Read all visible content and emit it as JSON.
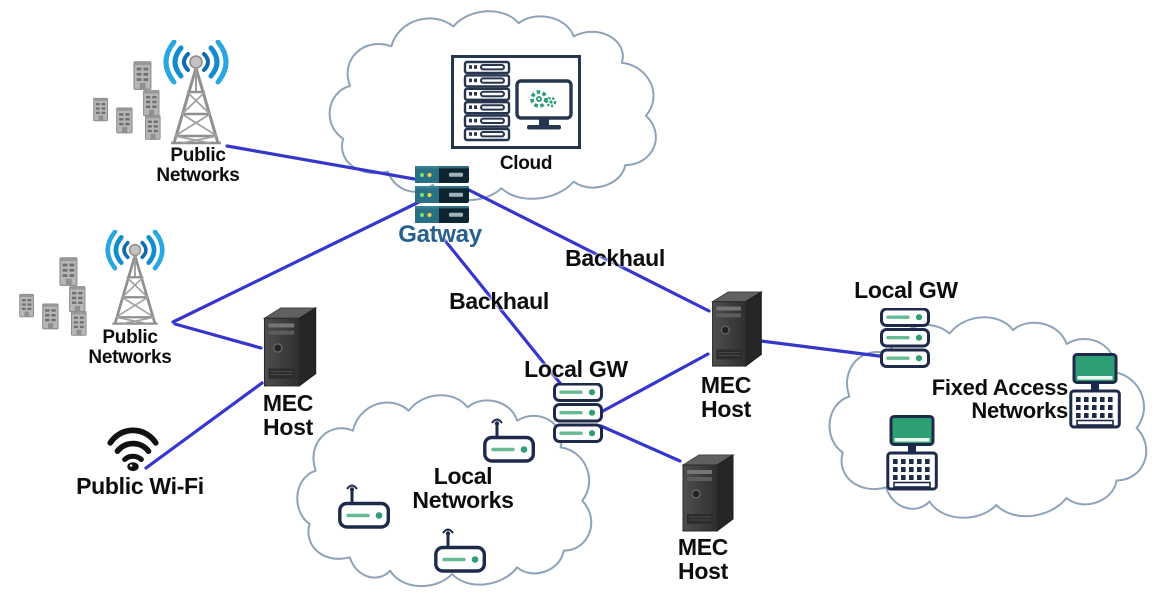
{
  "diagram_type": "MEC network architecture diagram",
  "colors": {
    "link_line": "#3636cc",
    "label_text": "#0d0d0d",
    "gateway_label": "#27618f",
    "cloud_outline": "#8fa3b8",
    "icon_navy": "#1e2a4a",
    "icon_green": "#2e9e74",
    "icon_green_light": "#66bb93",
    "signal_blue_outer": "#2aa7e0",
    "signal_blue_mid": "#138ccd",
    "signal_blue_inner": "#0b6cb3",
    "server_teal": "#2a7084",
    "server_dark": "#0e2531"
  },
  "nodes": {
    "public_networks_top": {
      "label": "Public Networks",
      "icon": "cell-tower-icon"
    },
    "public_networks_left": {
      "label": "Public Networks",
      "icon": "cell-tower-icon"
    },
    "cloud": {
      "label": "Cloud",
      "icon": "cloud-datacenter-icon"
    },
    "gateway": {
      "label": "Gatway",
      "icon": "gateway-switch-stack-icon"
    },
    "public_wifi": {
      "label": "Public Wi-Fi",
      "icon": "wifi-icon"
    },
    "mec_host_left": {
      "label": "MEC Host",
      "icon": "tower-server-icon"
    },
    "mec_host_right": {
      "label": "MEC Host",
      "icon": "tower-server-icon"
    },
    "mec_host_bottom": {
      "label": "MEC Host",
      "icon": "tower-server-icon"
    },
    "local_gw_center": {
      "label": "Local GW",
      "icon": "rack-stack-icon"
    },
    "local_gw_right": {
      "label": "Local GW",
      "icon": "rack-stack-icon"
    },
    "local_networks": {
      "label": "Local Networks",
      "icon": "network-cloud-icon"
    },
    "fixed_access_networks": {
      "label": "Fixed Access Networks",
      "icon": "network-cloud-icon"
    }
  },
  "edges": [
    {
      "from": "public_networks_top",
      "to": "gateway",
      "label": ""
    },
    {
      "from": "public_networks_left",
      "to": "gateway",
      "label": ""
    },
    {
      "from": "public_networks_left",
      "to": "mec_host_left",
      "label": ""
    },
    {
      "from": "public_wifi",
      "to": "mec_host_left",
      "label": ""
    },
    {
      "from": "gateway",
      "to": "local_gw_center",
      "label": "Backhaul"
    },
    {
      "from": "gateway",
      "to": "mec_host_right",
      "label": "Backhaul"
    },
    {
      "from": "local_gw_center",
      "to": "mec_host_right",
      "label": ""
    },
    {
      "from": "local_gw_center",
      "to": "mec_host_bottom",
      "label": ""
    },
    {
      "from": "mec_host_right",
      "to": "local_gw_right",
      "label": ""
    }
  ]
}
